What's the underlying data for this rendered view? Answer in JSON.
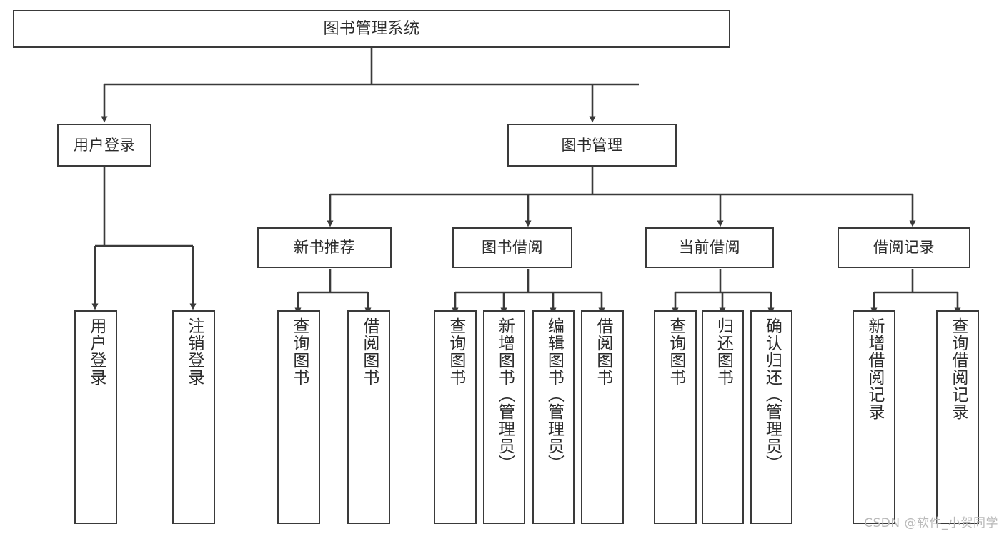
{
  "diagram": {
    "title": "图书管理系统",
    "type": "tree-hierarchy",
    "root": {
      "id": "root",
      "label": "图书管理系统"
    },
    "level2": [
      {
        "id": "user-login",
        "label": "用户登录"
      },
      {
        "id": "book-manage",
        "label": "图书管理"
      }
    ],
    "level3": [
      {
        "id": "new-book-recommend",
        "label": "新书推荐",
        "parent": "book-manage"
      },
      {
        "id": "book-borrow",
        "label": "图书借阅",
        "parent": "book-manage"
      },
      {
        "id": "current-borrow",
        "label": "当前借阅",
        "parent": "book-manage"
      },
      {
        "id": "borrow-record",
        "label": "借阅记录",
        "parent": "book-manage"
      }
    ],
    "leaves": {
      "user_login": [
        {
          "id": "leaf-user-login",
          "label": "用户登录"
        },
        {
          "id": "leaf-logout",
          "label": "注销登录"
        }
      ],
      "new_book_recommend": [
        {
          "id": "leaf-query-book-1",
          "label": "查询图书"
        },
        {
          "id": "leaf-borrow-book-1",
          "label": "借阅图书"
        }
      ],
      "book_borrow": [
        {
          "id": "leaf-query-book-2",
          "label": "查询图书"
        },
        {
          "id": "leaf-add-book",
          "label": "新增图书（管理员）"
        },
        {
          "id": "leaf-edit-book",
          "label": "编辑图书（管理员）"
        },
        {
          "id": "leaf-borrow-book-2",
          "label": "借阅图书"
        }
      ],
      "current_borrow": [
        {
          "id": "leaf-query-book-3",
          "label": "查询图书"
        },
        {
          "id": "leaf-return-book",
          "label": "归还图书"
        },
        {
          "id": "leaf-confirm-return",
          "label": "确认归还（管理员）"
        }
      ],
      "borrow_record": [
        {
          "id": "leaf-add-record",
          "label": "新增借阅记录"
        },
        {
          "id": "leaf-query-record",
          "label": "查询借阅记录"
        }
      ]
    },
    "watermark": "CSDN @软件_小贺同学",
    "colors": {
      "stroke": "#3a3a3a",
      "background": "#ffffff",
      "text": "#2b2b2b",
      "watermark": "#b8b8b8"
    }
  }
}
